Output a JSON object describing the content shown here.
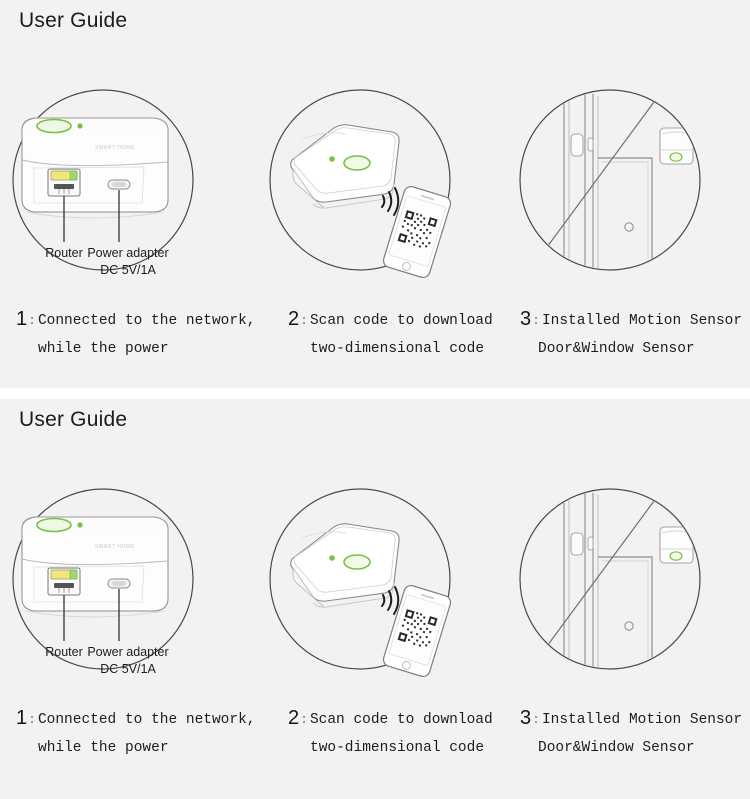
{
  "page": {
    "background": "#f2f2f2",
    "divider_color": "#ffffff",
    "accent_green": "#7ac143",
    "line_color": "#555555",
    "text_color": "#1d1d1d"
  },
  "panels": [
    {
      "title": "User Guide",
      "steps": [
        {
          "number": "1",
          "separator": ":",
          "line1": "Connected to the network,",
          "line2": "while the power",
          "illustration": "gateway-hub-ports",
          "labels": {
            "router": "Router",
            "power_adapter": "Power adapter",
            "power_rating": "DC 5V/1A"
          }
        },
        {
          "number": "2",
          "separator": ":",
          "line1": "Scan code to download",
          "line2": "two-dimensional code",
          "illustration": "hub-wifi-phone-qr",
          "labels": {}
        },
        {
          "number": "3",
          "separator": ":",
          "line1": "Installed Motion Sensor",
          "line2": "Door&Window Sensor",
          "illustration": "door-window-motion-sensor",
          "labels": {}
        }
      ]
    },
    {
      "title": "User Guide",
      "steps": [
        {
          "number": "1",
          "separator": ":",
          "line1": "Connected to the network,",
          "line2": "while the power",
          "illustration": "gateway-hub-ports",
          "labels": {
            "router": "Router",
            "power_adapter": "Power adapter",
            "power_rating": "DC 5V/1A"
          }
        },
        {
          "number": "2",
          "separator": ":",
          "line1": "Scan code to download",
          "line2": "two-dimensional code",
          "illustration": "hub-wifi-phone-qr",
          "labels": {}
        },
        {
          "number": "3",
          "separator": ":",
          "line1": "Installed Motion Sensor",
          "line2": "Door&Window Sensor",
          "illustration": "door-window-motion-sensor",
          "labels": {}
        }
      ]
    }
  ]
}
